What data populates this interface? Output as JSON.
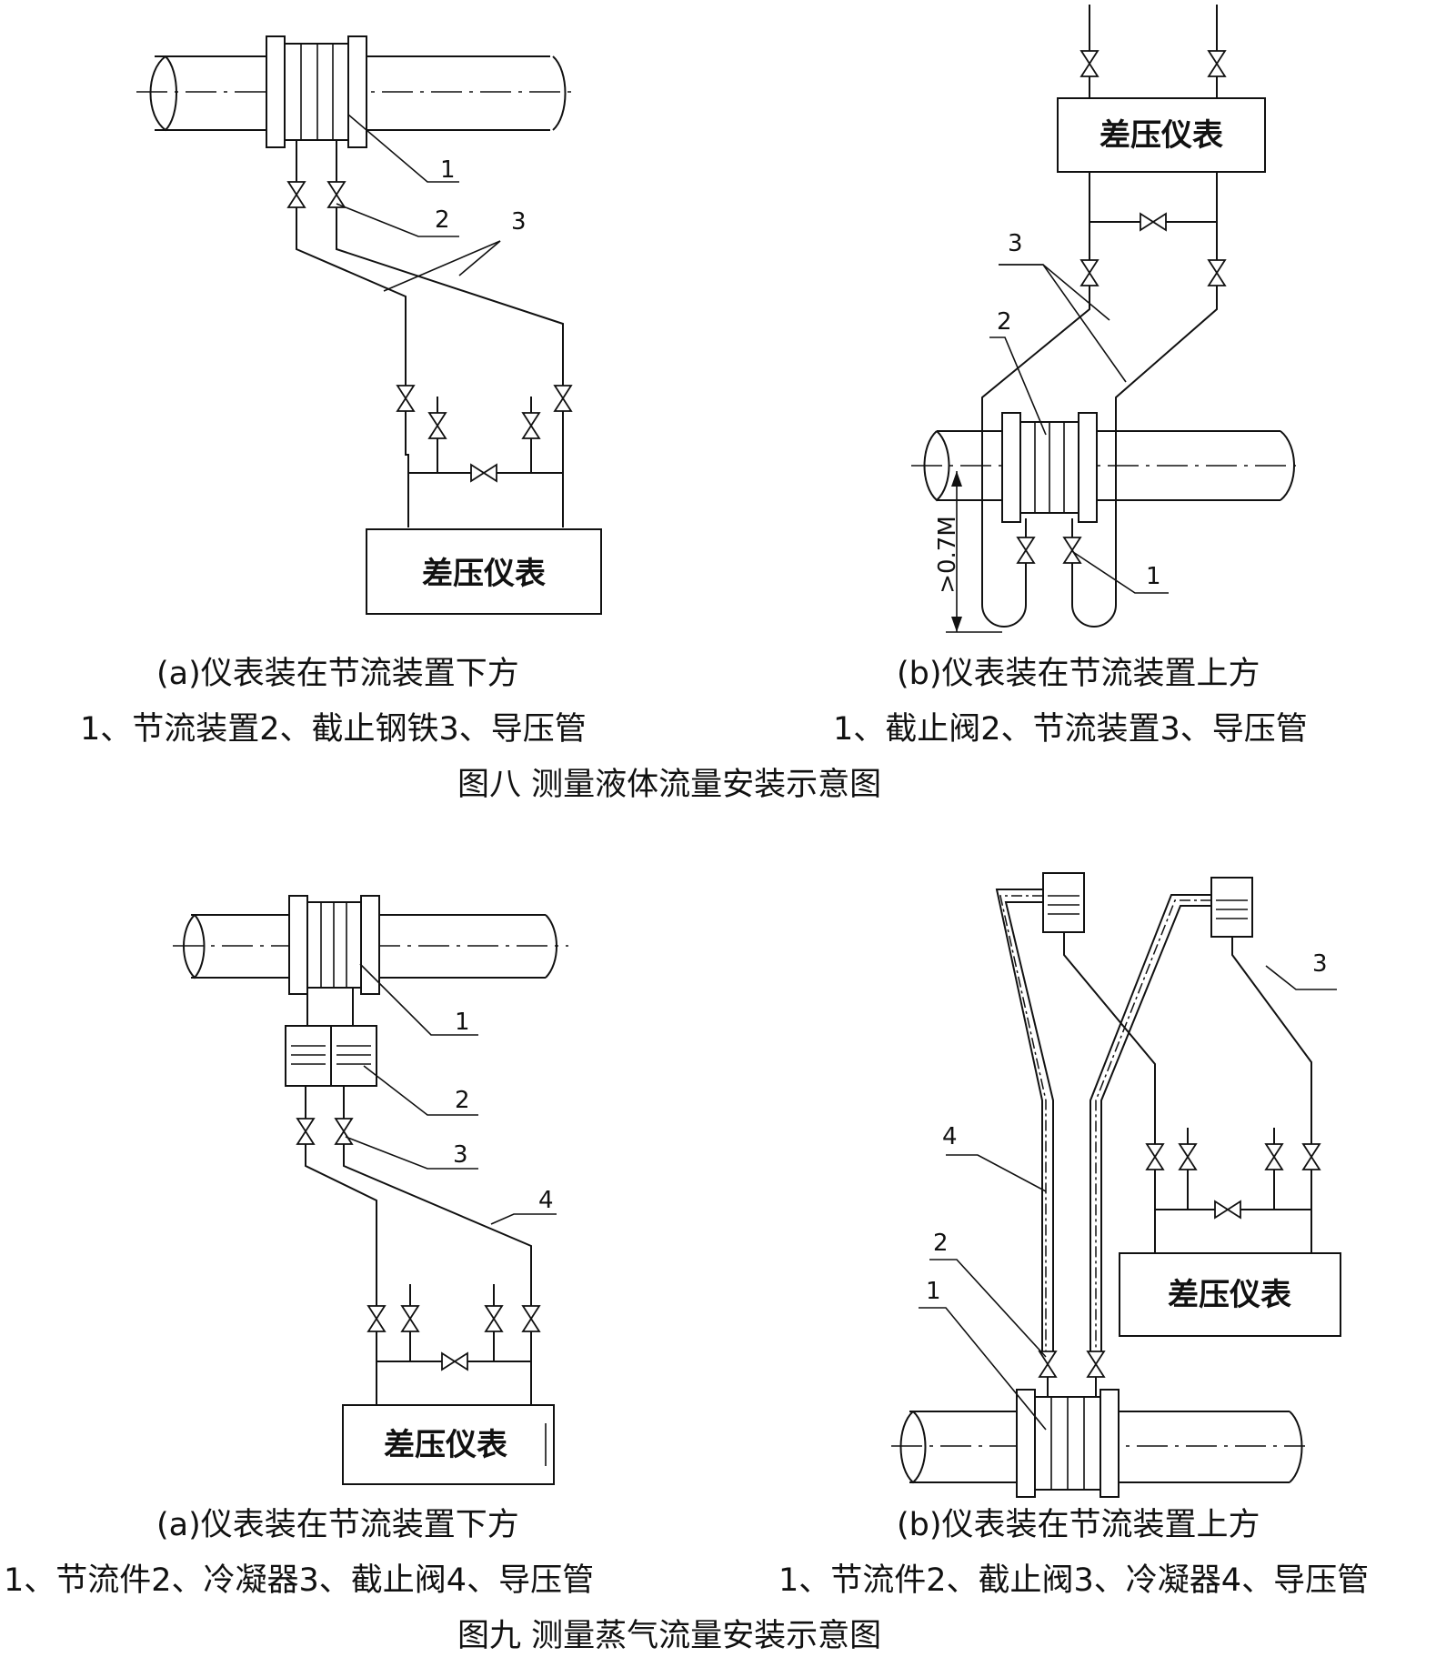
{
  "fig8": {
    "a": {
      "meter_label": "差压仪表",
      "numbers": [
        "1",
        "2",
        "3"
      ],
      "subtitle": "(a)仪表装在节流装置下方",
      "legend": "1、节流装置2、截止钢铁3、导压管"
    },
    "b": {
      "meter_label": "差压仪表",
      "numbers": [
        "3",
        "2",
        "1"
      ],
      "dimension": ">0.7M",
      "subtitle": "(b)仪表装在节流装置上方",
      "legend": "1、截止阀2、节流装置3、导压管"
    },
    "title": "图八 测量液体流量安装示意图"
  },
  "fig9": {
    "a": {
      "meter_label": "差压仪表",
      "numbers": [
        "1",
        "2",
        "3",
        "4"
      ],
      "subtitle": "(a)仪表装在节流装置下方",
      "legend": "1、节流件2、冷凝器3、截止阀4、导压管"
    },
    "b": {
      "meter_label": "差压仪表",
      "numbers": [
        "3",
        "4",
        "2",
        "1"
      ],
      "subtitle": "(b)仪表装在节流装置上方",
      "legend": "1、节流件2、截止阀3、冷凝器4、导压管"
    },
    "title": "图九 测量蒸气流量安装示意图"
  }
}
